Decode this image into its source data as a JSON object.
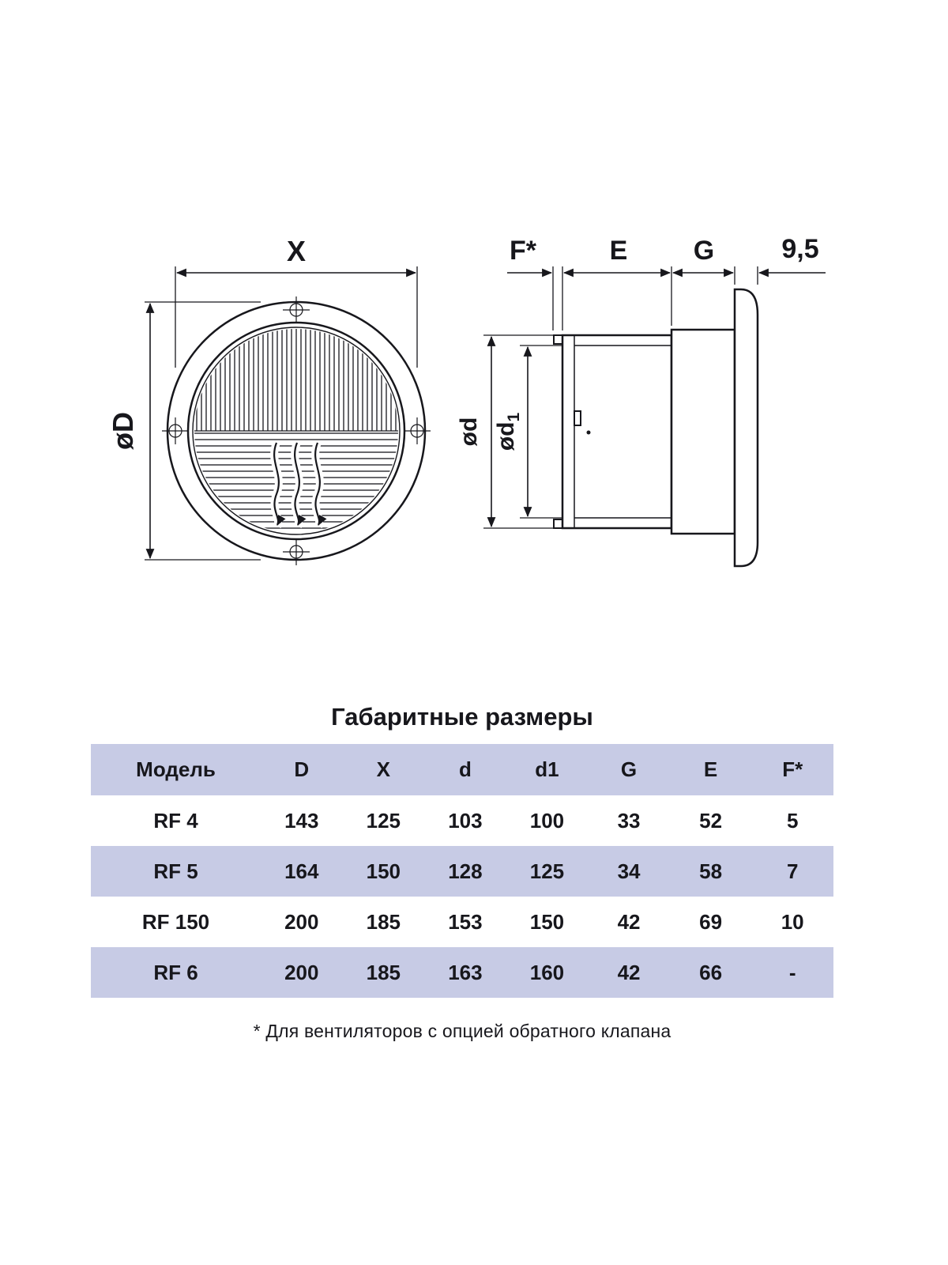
{
  "drawing": {
    "front": {
      "dim_x": "X",
      "dim_od": "øD"
    },
    "side": {
      "dim_f": "F*",
      "dim_e": "E",
      "dim_g": "G",
      "dim_95": "9,5",
      "dim_od": "ød",
      "od1_main": "ød",
      "od1_sub": "1"
    }
  },
  "table": {
    "title": "Габаритные размеры",
    "headers": [
      "Модель",
      "D",
      "X",
      "d",
      "d1",
      "G",
      "E",
      "F*"
    ],
    "rows": [
      [
        "RF 4",
        "143",
        "125",
        "103",
        "100",
        "33",
        "52",
        "5"
      ],
      [
        "RF 5",
        "164",
        "150",
        "128",
        "125",
        "34",
        "58",
        "7"
      ],
      [
        "RF 150",
        "200",
        "185",
        "153",
        "150",
        "42",
        "69",
        "10"
      ],
      [
        "RF 6",
        "200",
        "185",
        "163",
        "160",
        "42",
        "66",
        "-"
      ]
    ],
    "footnote": "* Для вентиляторов с опцией обратного клапана"
  },
  "colors": {
    "row_alt": "#c7cbe5",
    "line": "#17171c",
    "background": "#ffffff"
  }
}
